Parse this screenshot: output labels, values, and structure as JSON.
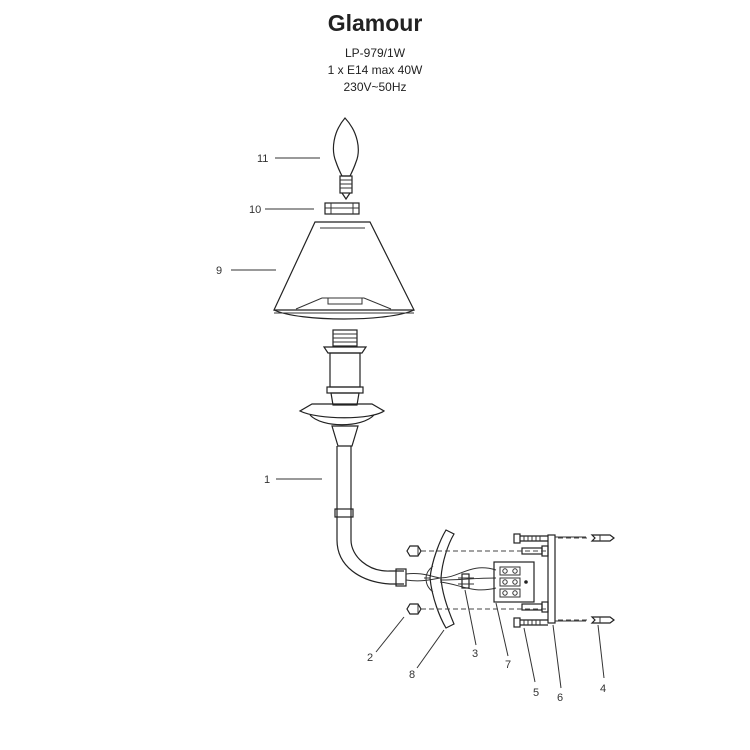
{
  "header": {
    "title": "Glamour",
    "model": "LP-979/1W",
    "bulb": "1 x E14 max 40W",
    "voltage": "230V~50Hz"
  },
  "callouts": [
    "11",
    "10",
    "9",
    "1",
    "8",
    "2",
    "3",
    "7",
    "6",
    "5",
    "4"
  ]
}
